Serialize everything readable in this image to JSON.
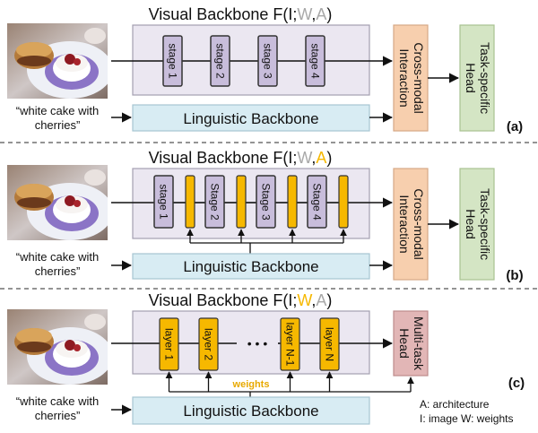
{
  "text_input": "“white cake with cherries”",
  "text_input_lines": [
    "“white cake with",
    "cherries”"
  ],
  "linguistic_backbone": "Linguistic Backbone",
  "cross_modal_lines": [
    "Cross-modal",
    "Interaction"
  ],
  "task_head_lines": [
    "Task-specific",
    "Head"
  ],
  "multi_task_head_lines": [
    "Multi-task",
    "Head"
  ],
  "weights_label": "weights",
  "ellipsis": "• • •",
  "legend_lines": [
    "A: architecture",
    "I: image  W: weights"
  ],
  "colors": {
    "highlight": "#f6b800",
    "faded": "#a8a8a8",
    "stage": "#c8bddb",
    "visual_box": "#ebe7f1",
    "linguistic_box": "#d8ecf3",
    "cross_modal_box": "#f7cfae",
    "task_head_box": "#d4e5c4",
    "multi_task_box": "#e2b6b6"
  },
  "panels": [
    {
      "label": "(a)",
      "title": {
        "prefix": "Visual Backbone F(I;",
        "w": "W",
        "comma": ",",
        "a": "A",
        "suffix": ")",
        "w_color": "faded",
        "a_color": "faded"
      },
      "stages": [
        "stage 1",
        "stage 2",
        "stage 3",
        "stage 4"
      ]
    },
    {
      "label": "(b)",
      "title": {
        "prefix": "Visual Backbone F(I;",
        "w": "W",
        "comma": ",",
        "a": "A",
        "suffix": ")",
        "w_color": "faded",
        "a_color": "highlight"
      },
      "stages": [
        "stage 1",
        "Stage 2",
        "Stage 3",
        "Stage 4"
      ]
    },
    {
      "label": "(c)",
      "title": {
        "prefix": "Visual Backbone F(I;",
        "w": "W",
        "comma": ",",
        "a": "A",
        "suffix": ")",
        "w_color": "highlight",
        "a_color": "faded"
      },
      "layers": [
        "layer 1",
        "layer 2",
        "layer N-1",
        "layer N"
      ]
    }
  ]
}
